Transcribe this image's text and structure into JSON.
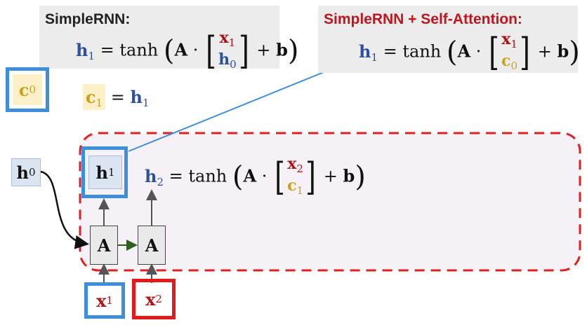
{
  "left_panel": {
    "title": "SimpleRNN:",
    "equation": {
      "lhs": "h",
      "lhs_sub": "1",
      "func": "tanh",
      "matrix": "A",
      "top": "x",
      "top_sub": "1",
      "bottom": "h",
      "bottom_sub": "0",
      "bias": "b"
    }
  },
  "right_panel": {
    "title": "SimpleRNN + Self-Attention:",
    "equation": {
      "lhs": "h",
      "lhs_sub": "1",
      "func": "tanh",
      "matrix": "A",
      "top": "x",
      "top_sub": "1",
      "bottom": "c",
      "bottom_sub": "0",
      "bias": "b"
    }
  },
  "c0": {
    "sym": "c",
    "sub": "0"
  },
  "c1_equation": {
    "lhs": "c",
    "lhs_sub": "1",
    "rhs": "h",
    "rhs_sub": "1"
  },
  "h0": {
    "sym": "h",
    "sub": "0"
  },
  "h1": {
    "sym": "h",
    "sub": "1"
  },
  "h2_equation": {
    "lhs": "h",
    "lhs_sub": "2",
    "func": "tanh",
    "matrix": "A",
    "top": "x",
    "top_sub": "2",
    "bottom": "c",
    "bottom_sub": "1",
    "bias": "b"
  },
  "cells": [
    "A",
    "A"
  ],
  "inputs": [
    {
      "sym": "x",
      "sub": "1"
    },
    {
      "sym": "x",
      "sub": "2"
    }
  ],
  "colors": {
    "blue_frame": "#3d8fdc",
    "red_frame": "#e41a1a",
    "dashed_region": "#e02020",
    "hidden_blue": "#2e4f9a",
    "input_red": "#b01218",
    "context_gold": "#c8a21a"
  }
}
